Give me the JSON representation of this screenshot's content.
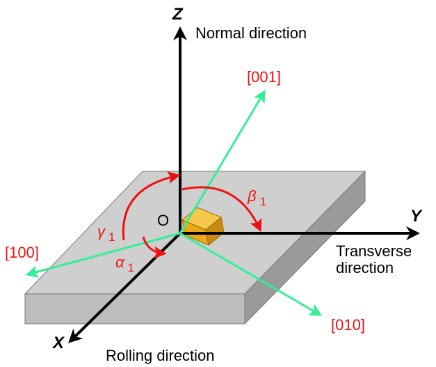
{
  "axes": {
    "z": {
      "symbol": "Z",
      "name": "Normal direction"
    },
    "y": {
      "symbol": "Y",
      "name_line1": "Transverse",
      "name_line2": "direction"
    },
    "x": {
      "symbol": "X",
      "name": "Rolling direction"
    }
  },
  "origin_label": "O",
  "crystal_directions": {
    "d001": "[001]",
    "d100": "[100]",
    "d010": "[010]"
  },
  "angles": {
    "alpha": {
      "symbol": "α",
      "subscript": "1"
    },
    "beta": {
      "symbol": "β",
      "subscript": "1"
    },
    "gamma": {
      "symbol": "γ",
      "subscript": "1"
    }
  },
  "colors": {
    "crystal_axis": "#33ee99",
    "angle_arc": "#ee1111",
    "label_red": "#ee1111",
    "axis": "#000000",
    "plate_top": "#cfcfcf",
    "plate_front": "#bdbdbd",
    "plate_side": "#9a9a9a",
    "cube": "#f0b020"
  }
}
